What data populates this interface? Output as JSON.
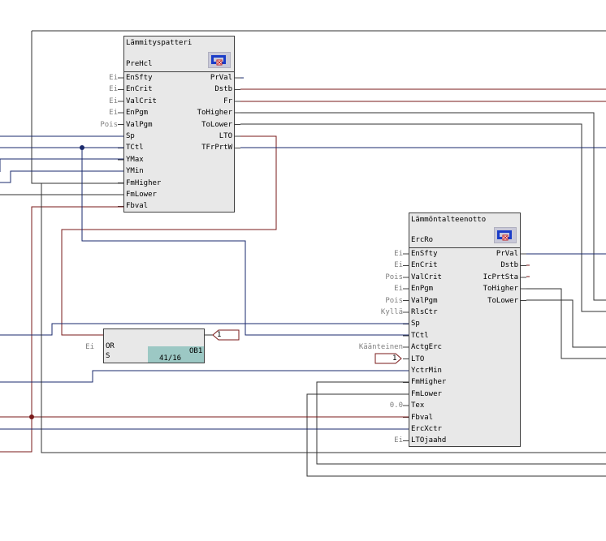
{
  "block1": {
    "title": "Lämmityspatteri",
    "instance": "PreHcl",
    "icon": "function-block-icon",
    "inputs": [
      {
        "pin": "EnSfty",
        "value": "Ei"
      },
      {
        "pin": "EnCrit",
        "value": "Ei"
      },
      {
        "pin": "ValCrit",
        "value": "Ei"
      },
      {
        "pin": "EnPgm",
        "value": "Ei"
      },
      {
        "pin": "ValPgm",
        "value": "Pois"
      },
      {
        "pin": "Sp",
        "value": ""
      },
      {
        "pin": "TCtl",
        "value": ""
      },
      {
        "pin": "YMax",
        "value": ""
      },
      {
        "pin": "YMin",
        "value": ""
      },
      {
        "pin": "FmHigher",
        "value": ""
      },
      {
        "pin": "FmLower",
        "value": ""
      },
      {
        "pin": "Fbval",
        "value": ""
      }
    ],
    "outputs": [
      "PrVal",
      "Dstb",
      "Fr",
      "ToHigher",
      "ToLower",
      "LTO",
      "TFrPrtW"
    ]
  },
  "block2": {
    "title": "Lämmöntalteenotto",
    "instance": "ErcRo",
    "icon": "function-block-icon",
    "inputs": [
      {
        "pin": "EnSfty",
        "value": "Ei"
      },
      {
        "pin": "EnCrit",
        "value": "Ei"
      },
      {
        "pin": "ValCrit",
        "value": "Pois"
      },
      {
        "pin": "EnPgm",
        "value": "Ei"
      },
      {
        "pin": "ValPgm",
        "value": "Pois"
      },
      {
        "pin": "RlsCtr",
        "value": "Kyllä"
      },
      {
        "pin": "Sp",
        "value": ""
      },
      {
        "pin": "TCtl",
        "value": ""
      },
      {
        "pin": "ActgErc",
        "value": "Käänteinen"
      },
      {
        "pin": "LTO",
        "value": ""
      },
      {
        "pin": "YctrMin",
        "value": ""
      },
      {
        "pin": "FmHigher",
        "value": ""
      },
      {
        "pin": "FmLower",
        "value": ""
      },
      {
        "pin": "Tex",
        "value": "0.0"
      },
      {
        "pin": "Fbval",
        "value": ""
      },
      {
        "pin": "ErcXctr",
        "value": ""
      },
      {
        "pin": "LTOjaahd",
        "value": "Ei"
      }
    ],
    "outputs": [
      "PrVal",
      "Dstb",
      "IcPrtSta",
      "ToHigher",
      "ToLower"
    ]
  },
  "orblock": {
    "title": "OR",
    "in1_label": "Ei",
    "pin_s": "S",
    "ob_label": "OB1",
    "ob_ref": "41/16"
  },
  "constants": {
    "or_const": "1",
    "lto_const": "1"
  },
  "colors": {
    "wire_blue": "#1a2a6c",
    "wire_red": "#7a1a1a",
    "wire_dark": "#303030",
    "block_bg": "#e8e8e8",
    "ob_bg": "#9cc8c4"
  }
}
